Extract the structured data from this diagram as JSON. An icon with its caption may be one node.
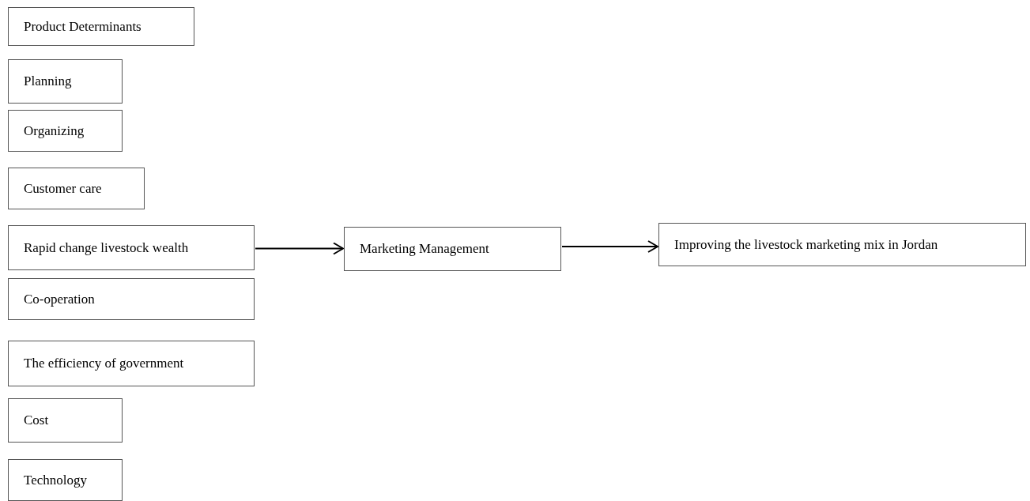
{
  "diagram": {
    "nodes": [
      {
        "text": [
          "Product Determinants"
        ]
      },
      {
        "text": [
          "Planning"
        ]
      },
      {
        "text": [
          "Organizing"
        ]
      },
      {
        "text": [
          "Customer care"
        ]
      },
      {
        "text": [
          "Rapid change livestock wealth"
        ]
      },
      {
        "text": [
          "Co-operation"
        ]
      },
      {
        "text": [
          "The efficiency of government"
        ]
      },
      {
        "text": [
          "Cost"
        ]
      },
      {
        "text": [
          "Technology"
        ]
      },
      {
        "text": [
          "Marketing Management"
        ]
      },
      {
        "text": [
          "Improving the livestock marketing mix in Jordan"
        ]
      }
    ],
    "edges": [
      {
        "from": 4,
        "to": 9,
        "arrow": "to"
      },
      {
        "from": 9,
        "to": 10,
        "arrow": "to"
      }
    ]
  }
}
